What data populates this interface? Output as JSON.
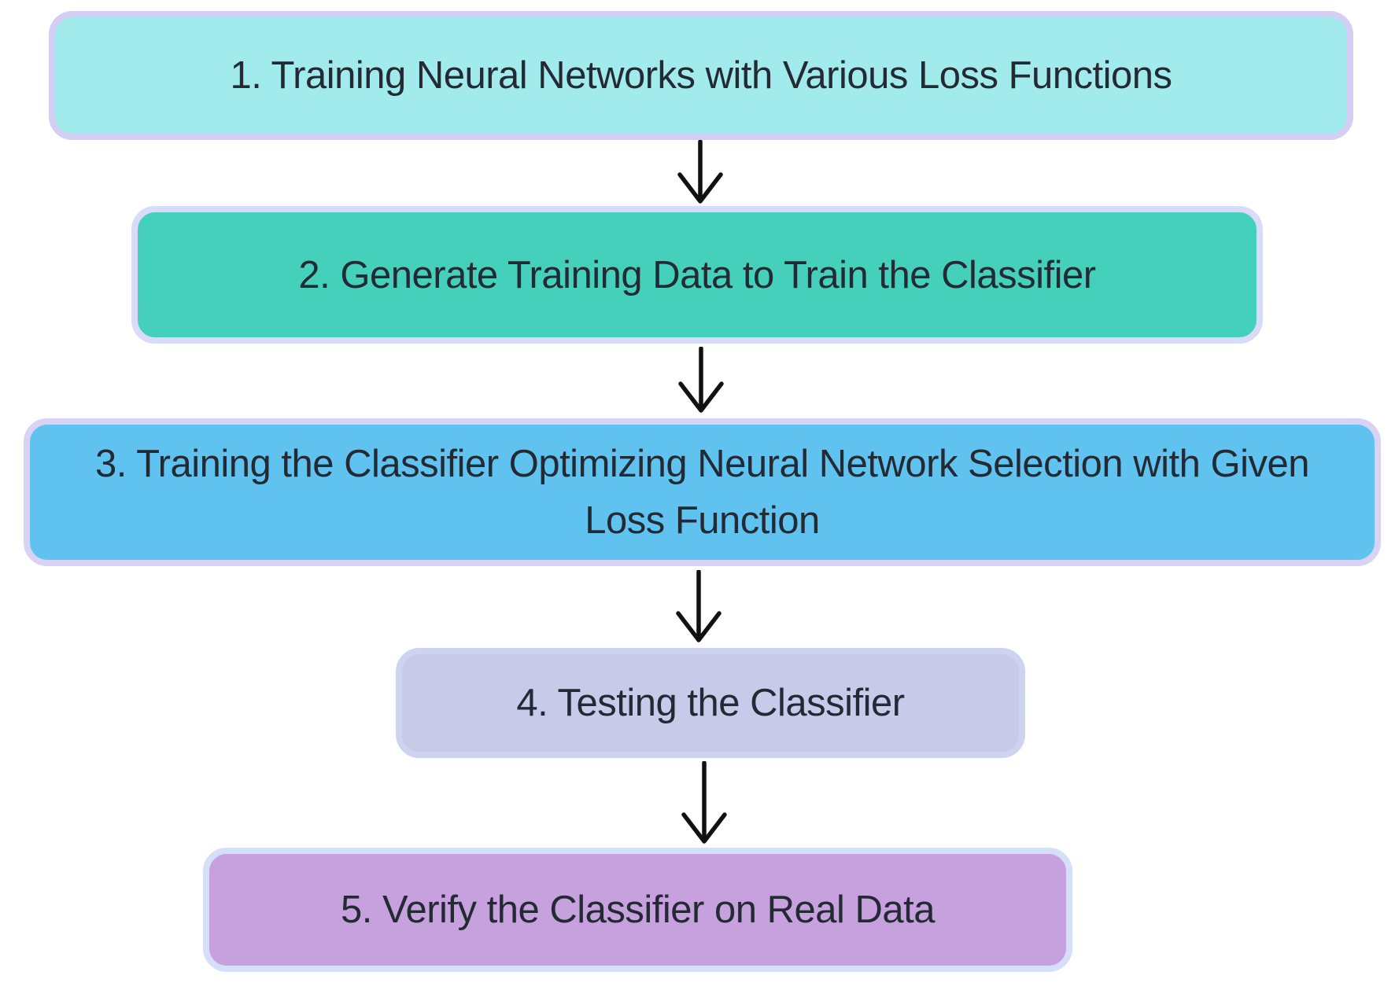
{
  "flowchart": {
    "background": "#ffffff",
    "arrow_color": "#111111",
    "text_color": "#232a34",
    "steps": [
      {
        "id": 1,
        "label": "1. Training Neural Networks with Various Loss Functions",
        "fill": "#a2ebec",
        "border": "#d5cef4"
      },
      {
        "id": 2,
        "label": "2. Generate Training Data to Train the Classifier",
        "fill": "#45d0bc",
        "border": "#dadbf8"
      },
      {
        "id": 3,
        "label": "3. Training the Classifier Optimizing Neural Network Selection with Given Loss Function",
        "fill": "#60c2ef",
        "border": "#d8d3f5"
      },
      {
        "id": 4,
        "label": "4. Testing the Classifier",
        "fill": "#c9c9e9",
        "border": "#cdd4f1"
      },
      {
        "id": 5,
        "label": "5. Verify the Classifier on Real Data",
        "fill": "#c6a1dd",
        "border": "#d6dffa"
      }
    ],
    "connections": [
      {
        "from": 1,
        "to": 2
      },
      {
        "from": 2,
        "to": 3
      },
      {
        "from": 3,
        "to": 4
      },
      {
        "from": 4,
        "to": 5
      }
    ]
  }
}
